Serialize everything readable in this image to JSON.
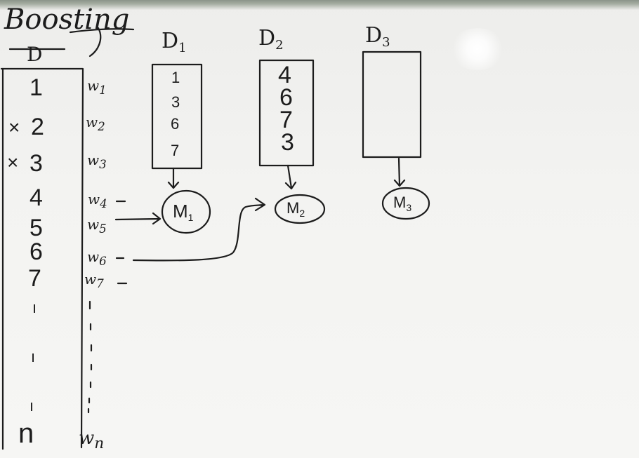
{
  "title": "Boosting",
  "dataset": {
    "label": "D",
    "rows": [
      "1",
      "2",
      "3",
      "4",
      "5",
      "6",
      "7",
      "n"
    ],
    "marks": [
      "×",
      "×"
    ],
    "dots": [
      "ı",
      "ı",
      "ı"
    ],
    "weights": [
      "w",
      "w",
      "w",
      "w",
      "w",
      "w",
      "w",
      "w"
    ],
    "weight_subs": [
      "1",
      "2",
      "3",
      "4",
      "5",
      "6",
      "7",
      "n"
    ]
  },
  "samples": [
    {
      "label": "D",
      "sub": "1",
      "items": [
        "1",
        "3",
        "6",
        "7"
      ]
    },
    {
      "label": "D",
      "sub": "2",
      "items": [
        "4",
        "6",
        "7",
        "3"
      ]
    },
    {
      "label": "D",
      "sub": "3",
      "items": []
    }
  ],
  "models": [
    {
      "label": "M",
      "sub": "1"
    },
    {
      "label": "M",
      "sub": "2"
    },
    {
      "label": "M",
      "sub": "3"
    }
  ],
  "colors": {
    "ink": "#1c1c1c",
    "board": "#f4f4f2"
  }
}
